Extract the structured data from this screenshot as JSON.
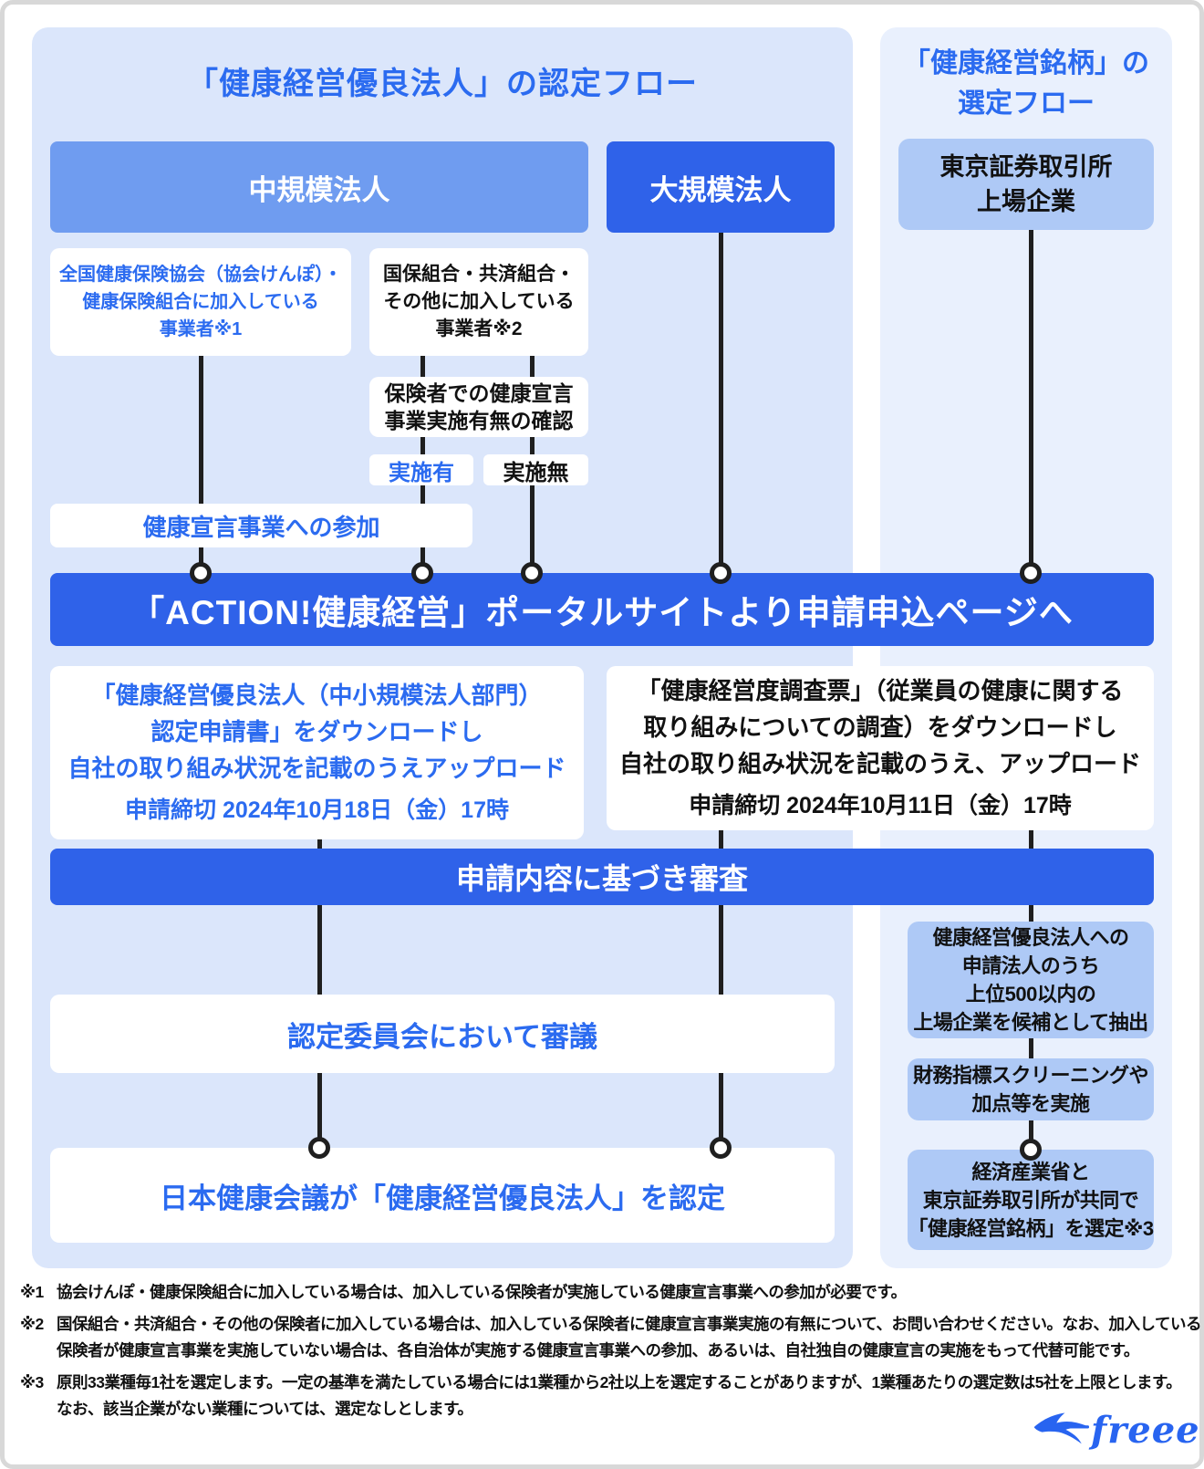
{
  "colors": {
    "accent_blue": "#2f62e9",
    "mid_blue": "#6f9cf0",
    "light_blue_box": "#aec9f6",
    "panel_cert_bg": "#dbe6fb",
    "panel_brand_bg": "#e9f0fd",
    "text_blue": "#2b6bf0",
    "connector": "#1f1f1f",
    "logo_blue": "#2864f0"
  },
  "cert_flow": {
    "title": "「健康経営優良法人」の認定フロー",
    "mid_header": "中規模法人",
    "large_header": "大規模法人",
    "kyokai_box": {
      "lines": [
        "全国健康保険協会（協会けんぽ）・",
        "健康保険組合に加入している",
        "事業者※1"
      ]
    },
    "kokuho_box": {
      "lines": [
        "国保組合・共済組合・",
        "その他に加入している",
        "事業者※2"
      ]
    },
    "check_box": {
      "lines": [
        "保険者での健康宣言",
        "事業実施有無の確認"
      ]
    },
    "implemented_label": "実施有",
    "not_implemented_label": "実施無",
    "participation_label": "健康宣言事業への参加",
    "action_banner": "「ACTION!健康経営」ポータルサイトより申請申込ページへ",
    "small_app_box": {
      "lines": [
        "「健康経営優良法人（中小規模法人部門）",
        "認定申請書」をダウンロードし",
        "自社の取り組み状況を記載のうえアップロード"
      ],
      "deadline": "申請締切 2024年10月18日（金）17時"
    },
    "large_app_box": {
      "lines": [
        "「健康経営度調査票」（従業員の健康に関する",
        "取り組みについての調査）をダウンロードし",
        "自社の取り組み状況を記載のうえ、アップロード"
      ],
      "deadline": "申請締切 2024年10月11日（金）17時"
    },
    "review_banner": "申請内容に基づき審査",
    "committee_box": "認定委員会において審議",
    "final_box": "日本健康会議が「健康経営優良法人」を認定"
  },
  "brand_flow": {
    "title_lines": [
      "「健康経営銘柄」の",
      "選定フロー"
    ],
    "tse_box": {
      "lines": [
        "東京証券取引所",
        "上場企業"
      ]
    },
    "extract_box": {
      "lines": [
        "健康経営優良法人への",
        "申請法人のうち",
        "上位500以内の",
        "上場企業を候補として抽出"
      ]
    },
    "screening_box": {
      "lines": [
        "財務指標スクリーニングや",
        "加点等を実施"
      ]
    },
    "select_box": {
      "lines": [
        "経済産業省と",
        "東京証券取引所が共同で",
        "「健康経営銘柄」を選定※3"
      ]
    }
  },
  "footnotes": [
    {
      "ref": "※1",
      "lines": [
        "協会けんぽ・健康保険組合に加入している場合は、加入している保険者が実施している健康宣言事業への参加が必要です。"
      ]
    },
    {
      "ref": "※2",
      "lines": [
        "国保組合・共済組合・その他の保険者に加入している場合は、加入している保険者に健康宣言事業実施の有無について、お問い合わせください。なお、加入している",
        "保険者が健康宣言事業を実施していない場合は、各自治体が実施する健康宣言事業への参加、あるいは、自社独自の健康宣言の実施をもって代替可能です。"
      ]
    },
    {
      "ref": "※3",
      "lines": [
        "原則33業種毎1社を選定します。一定の基準を満たしている場合には1業種から2社以上を選定することがありますが、1業種あたりの選定数は5社を上限とします。",
        "なお、該当企業がない業種については、選定なしとします。"
      ]
    }
  ],
  "logo": {
    "text": "freee"
  }
}
